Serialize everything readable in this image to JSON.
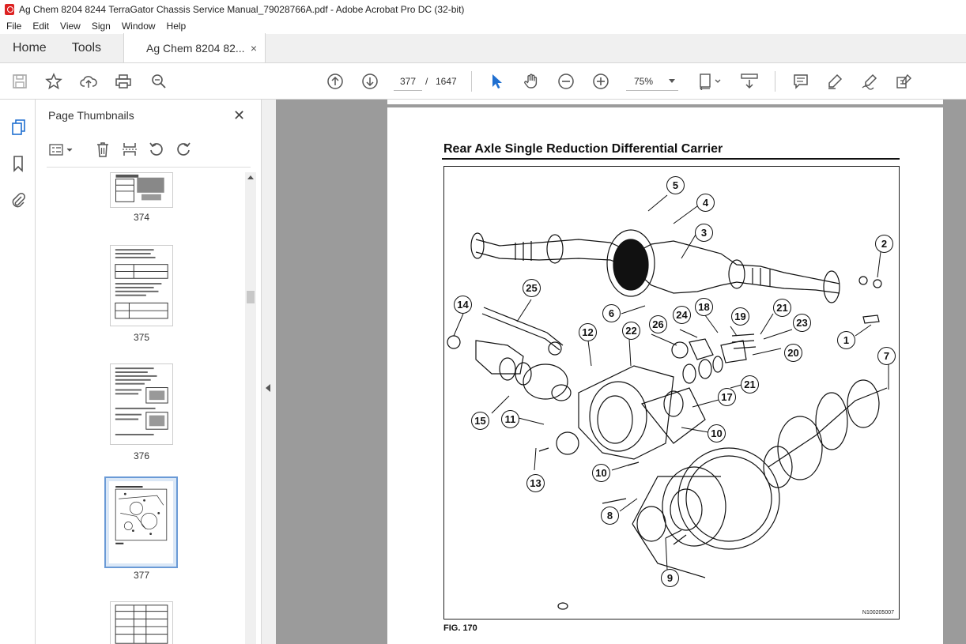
{
  "window": {
    "title": "Ag Chem 8204 8244 TerraGator Chassis Service Manual_79028766A.pdf - Adobe Acrobat Pro DC (32-bit)"
  },
  "menu": [
    "File",
    "Edit",
    "View",
    "Sign",
    "Window",
    "Help"
  ],
  "tabs": {
    "home": "Home",
    "tools": "Tools",
    "document": "Ag Chem 8204 82...",
    "close": "×"
  },
  "toolbar": {
    "current_page": "377",
    "page_separator": "/",
    "total_pages": "1647",
    "zoom": "75%"
  },
  "thumbnails_panel": {
    "title": "Page Thumbnails",
    "close": "✕",
    "pages": [
      {
        "label": "374"
      },
      {
        "label": "375"
      },
      {
        "label": "376"
      },
      {
        "label": "377",
        "selected": true
      },
      {
        "label": ""
      }
    ]
  },
  "document": {
    "heading": "Rear Axle Single Reduction Differential Carrier",
    "figure_caption": "FIG. 170",
    "figure_id": "N100205007",
    "callouts": [
      "5",
      "4",
      "3",
      "2",
      "25",
      "14",
      "6",
      "26",
      "24",
      "18",
      "19",
      "21",
      "23",
      "1",
      "12",
      "22",
      "20",
      "7",
      "21",
      "17",
      "15",
      "11",
      "10",
      "13",
      "10",
      "8",
      "9"
    ]
  },
  "colors": {
    "accent_blue": "#1f6fd0",
    "selection_border": "#6a9ad6",
    "doc_background": "#9b9b9b"
  }
}
